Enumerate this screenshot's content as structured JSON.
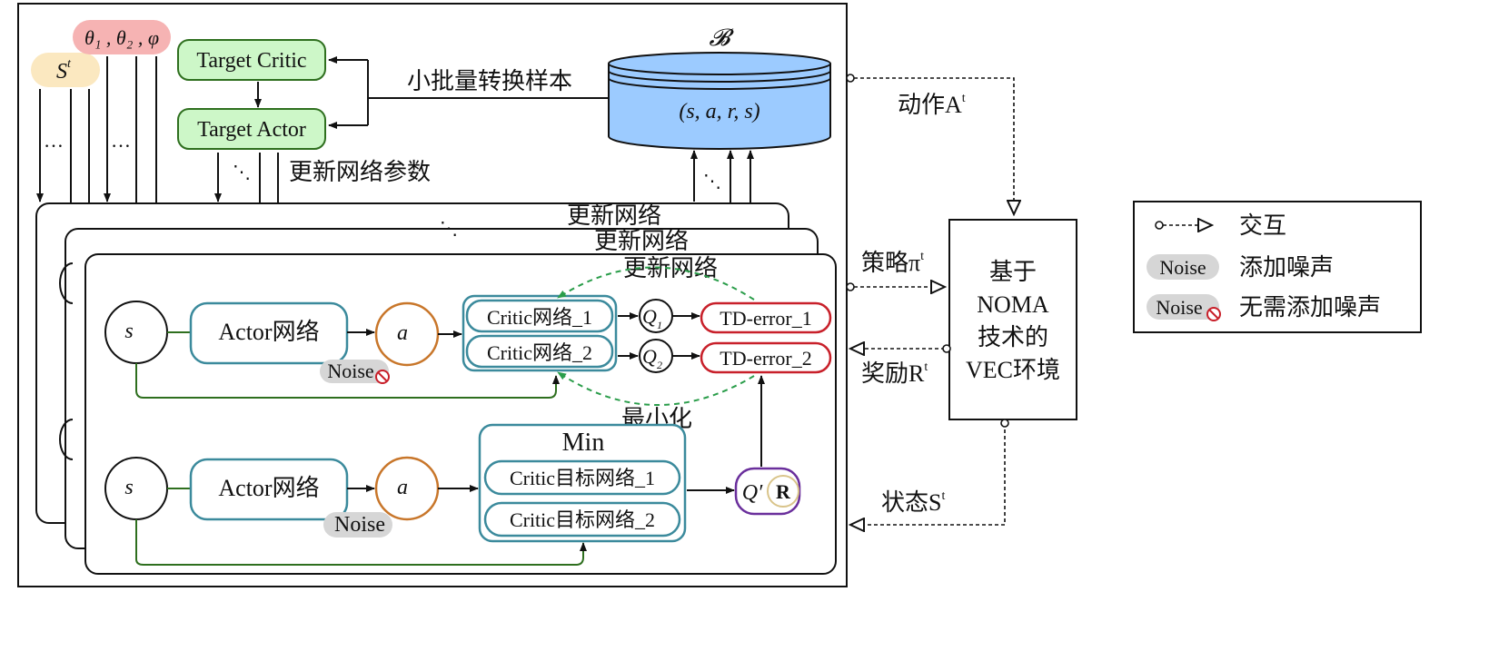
{
  "diagram": {
    "inputs": {
      "state": "S",
      "state_sup": "t",
      "params": "θ₁ , θ₂ , φ",
      "dots": "…"
    },
    "target_critic": "Target Critic",
    "target_actor": "Target Actor",
    "minibatch_label": "小批量转换样本",
    "update_params_label": "更新网络参数",
    "buffer": {
      "title": "𝓑",
      "tuple": "(s, a, r, s)"
    },
    "update_net": [
      "更新网络",
      "更新网络",
      "更新网络"
    ],
    "minimize": "最小化",
    "row1": {
      "state": "s",
      "actor": "Actor网络",
      "action": "a",
      "noise": "Noise",
      "critic1": "Critic网络_1",
      "critic2": "Critic网络_2",
      "q1": "Q",
      "q2": "Q",
      "td1": "TD-error_1",
      "td2": "TD-error_2"
    },
    "row2": {
      "state": "s",
      "actor": "Actor网络",
      "action": "a",
      "noise": "Noise",
      "min": "Min",
      "target1": "Critic目标网络_1",
      "target2": "Critic目标网络_2",
      "qprime": "Q′",
      "reward": "R"
    },
    "env": {
      "lines": [
        "基于",
        "NOMA",
        "技术的",
        "VEC环境"
      ]
    },
    "arrows": {
      "action": "动作A",
      "policy": "策略π",
      "reward": "奖励R",
      "state": "状态S",
      "sup": "t"
    }
  },
  "legend": {
    "interact": "交互",
    "noise_chip": "Noise",
    "add_noise": "添加噪声",
    "no_noise": "无需添加噪声"
  },
  "colors": {
    "green_box": "#cdf7c8",
    "green_border": "#2e6f1e",
    "buffer_fill": "#9ccbff",
    "teal": "#3b8a9c",
    "orange": "#c8762a",
    "red": "#c8202a",
    "purple": "#6a2f9c",
    "state_pill": "#fbe8c0",
    "param_pill": "#f6b3b3",
    "noise_chip": "#d6d6d6",
    "dashed_green": "#2a9d4a"
  }
}
